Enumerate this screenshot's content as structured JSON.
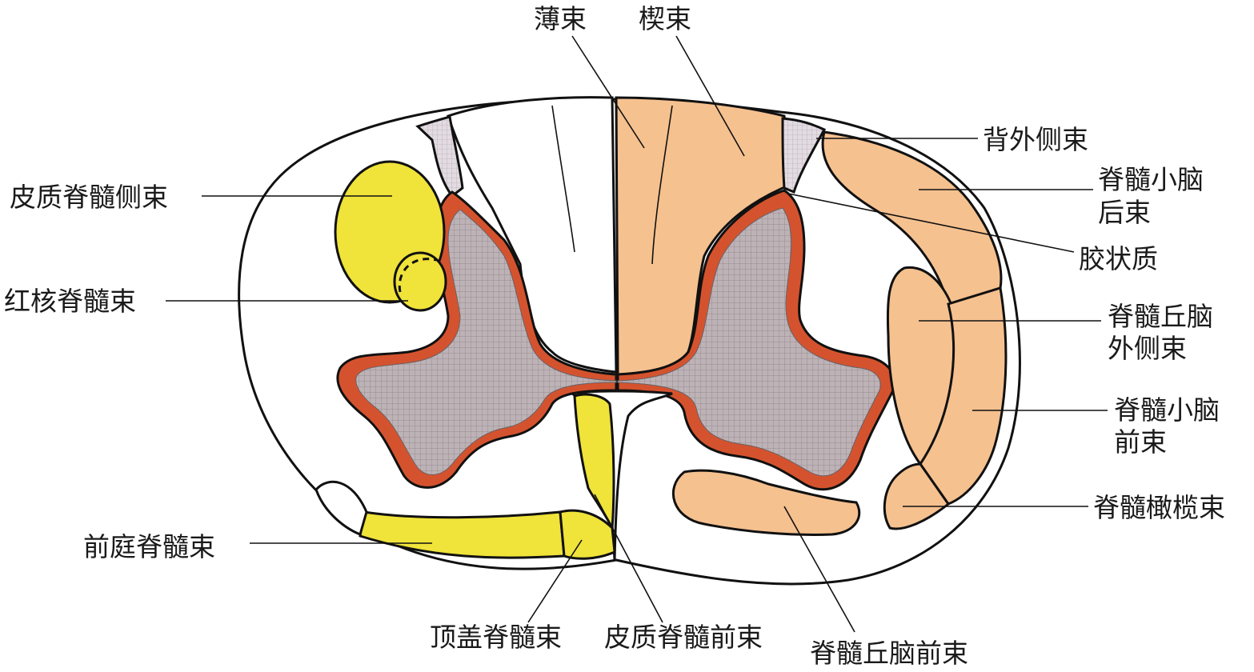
{
  "labels": {
    "bo_shu": "薄束",
    "xie_shu": "楔束",
    "bei_wai_ce_shu": "背外侧束",
    "ji_sui_xiao_nao_hou_shu_1": "脊髓小脑",
    "ji_sui_xiao_nao_hou_shu_2": "后束",
    "jiao_zhuang_zhi": "胶状质",
    "ji_sui_qiu_nao_wai_ce_shu_1": "脊髓丘脑",
    "ji_sui_qiu_nao_wai_ce_shu_2": "外侧束",
    "ji_sui_xiao_nao_qian_shu_1": "脊髓小脑",
    "ji_sui_xiao_nao_qian_shu_2": "前束",
    "ji_sui_gan_lan_shu": "脊髓橄榄束",
    "pi_zhi_ji_sui_ce_shu": "皮质脊髓侧束",
    "hong_he_ji_sui_shu": "红核脊髓束",
    "qian_ting_ji_sui_shu": "前庭脊髓束",
    "ding_gai_ji_sui_shu": "顶盖脊髓束",
    "pi_zhi_ji_sui_qian_shu": "皮质脊髓前束",
    "ji_sui_qiu_nao_qian_shu": "脊髓丘脑前束"
  },
  "colors": {
    "descending_tract": "#f0e33a",
    "ascending_tract": "#f5c18f",
    "gray_matter": "#b8aeb2",
    "substantia_gelatinosa": "#d9d0d8",
    "gray_matter_border": "#d4532e",
    "outline": "#111111"
  }
}
